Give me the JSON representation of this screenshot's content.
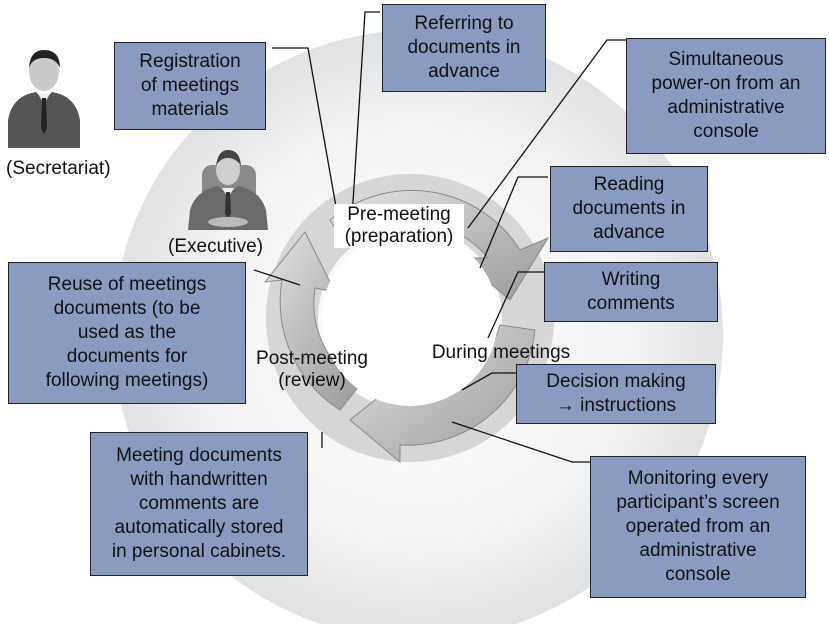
{
  "boxes": {
    "registration": "Registration\nof meetings\nmaterials",
    "referring": "Referring to\ndocuments in\nadvance",
    "power_on": "Simultaneous\npower-on from an\nadministrative\nconsole",
    "reading": "Reading\ndocuments in\nadvance",
    "writing": "Writing\ncomments",
    "decision": "Decision making\n→ instructions",
    "monitoring": "Monitoring every\nparticipant’s screen\noperated from an\nadministrative\nconsole",
    "stored": "Meeting documents\nwith handwritten\ncomments are\nautomatically stored\nin personal cabinets.",
    "reuse": "Reuse of meetings\ndocuments (to be\nused as the\ndocuments for\nfollowing meetings)"
  },
  "phases": {
    "pre": "Pre-meeting\n(preparation)",
    "during": "During meetings",
    "post": "Post-meeting\n(review)"
  },
  "people": {
    "secretariat": "(Secretariat)",
    "executive": "(Executive)"
  },
  "colors": {
    "box_fill": "#8b9bbf",
    "arrow_fill": "#c9c9c9"
  }
}
